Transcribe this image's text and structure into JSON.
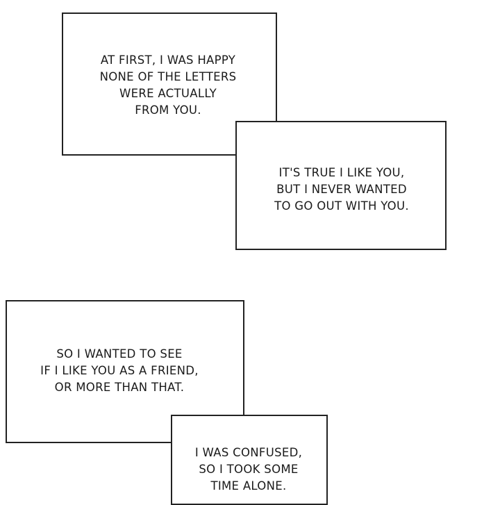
{
  "bubbles": [
    {
      "lines": [
        "AT FIRST, I WAS HAPPY",
        "NONE OF THE LETTERS",
        "WERE ACTUALLY",
        "FROM YOU."
      ]
    },
    {
      "lines": [
        "IT'S TRUE I LIKE YOU,",
        "BUT I NEVER WANTED",
        "TO GO OUT WITH YOU."
      ]
    },
    {
      "lines": [
        "SO I WANTED TO SEE",
        "IF I LIKE YOU AS A FRIEND,",
        "OR MORE THAN THAT."
      ]
    },
    {
      "lines": [
        "I WAS CONFUSED,",
        "SO I TOOK SOME",
        "TIME ALONE."
      ]
    }
  ]
}
